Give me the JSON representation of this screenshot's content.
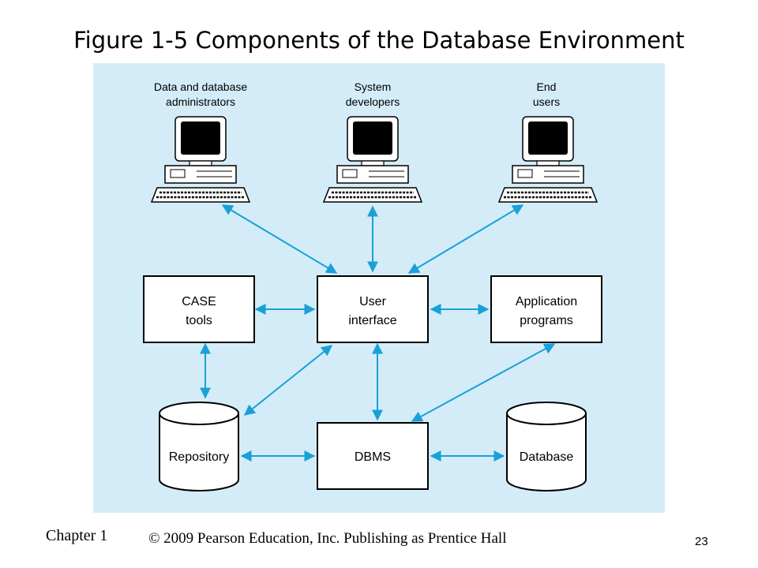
{
  "title": "Figure 1-5 Components of the Database Environment",
  "users": {
    "admins": [
      "Data and database",
      "administrators"
    ],
    "developers": [
      "System",
      "developers"
    ],
    "end_users": [
      "End",
      "users"
    ]
  },
  "components": {
    "case_tools": [
      "CASE",
      "tools"
    ],
    "user_interface": [
      "User",
      "interface"
    ],
    "application_programs": [
      "Application",
      "programs"
    ],
    "repository": "Repository",
    "dbms": "DBMS",
    "database": "Database"
  },
  "footer": {
    "chapter": "Chapter 1",
    "copyright": "© 2009 Pearson Education, Inc.  Publishing as Prentice Hall",
    "page": "23"
  },
  "colors": {
    "panel": "#d3ecf8",
    "arrow": "#1aa0d8"
  }
}
